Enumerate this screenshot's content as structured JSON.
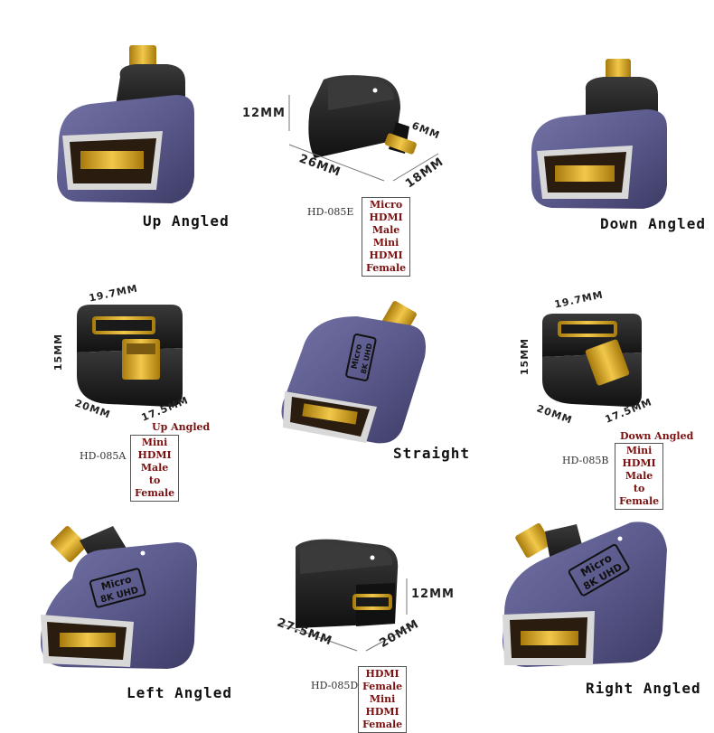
{
  "products": {
    "up_angled": {
      "label": "Up Angled"
    },
    "down_angled": {
      "label": "Down Angled"
    },
    "straight": {
      "label": "Straight"
    },
    "left_angled": {
      "label": "Left Angled"
    },
    "right_angled": {
      "label": "Right Angled"
    },
    "hd085e": {
      "dim_height": "12MM",
      "dim_length": "26MM",
      "dim_width": "18MM",
      "dim_plug": "6MM",
      "model": "HD-085E",
      "desc_line1": "Micro HDMI Male",
      "desc_line2": "Mini HDMI Female"
    },
    "hd085a": {
      "dim_top": "19.7MM",
      "dim_side": "15MM",
      "dim_left": "20MM",
      "dim_right": "17.5MM",
      "note": "Up Angled",
      "model": "HD-085A",
      "desc_line1": "Mini HDMI",
      "desc_line2": "Male to Female"
    },
    "hd085b": {
      "dim_top": "19.7MM",
      "dim_side": "15MM",
      "dim_left": "20MM",
      "dim_right": "17.5MM",
      "note": "Down Angled",
      "model": "HD-085B",
      "desc_line1": "Mini HDMI",
      "desc_line2": "Male to Female"
    },
    "hd085d": {
      "dim_height": "12MM",
      "dim_length": "27.5MM",
      "dim_width": "20MM",
      "model": "HD-085D",
      "desc_line1": "HDMI Female",
      "desc_line2": "Mini HDMI Female"
    }
  },
  "device_text": {
    "micro": "Micro",
    "resolution": "8K UHD"
  },
  "colors": {
    "body_purple": "#5b5a8c",
    "body_dark": "#3d3c66",
    "gold": "#d4a017",
    "black_plastic": "#1c1c1c",
    "desc_text": "#7a1010"
  }
}
